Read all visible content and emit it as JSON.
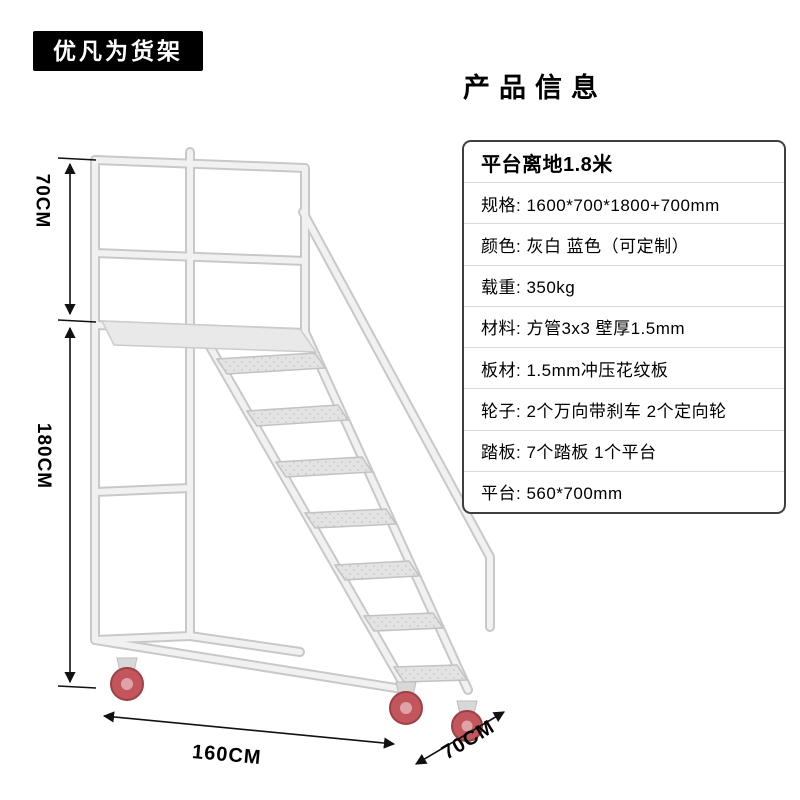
{
  "brand_badge": {
    "label": "优凡为货架"
  },
  "product_info": {
    "title": "产品信息",
    "rows": [
      {
        "text": "平台离地1.8米"
      },
      {
        "text": "规格: 1600*700*1800+700mm"
      },
      {
        "text": "颜色: 灰白  蓝色（可定制）"
      },
      {
        "text": "载重: 350kg"
      },
      {
        "text": "材料: 方管3x3  壁厚1.5mm"
      },
      {
        "text": "板材: 1.5mm冲压花纹板"
      },
      {
        "text": "轮子: 2个万向带刹车  2个定向轮"
      },
      {
        "text": "踏板: 7个踏板  1个平台"
      },
      {
        "text": "平台: 560*700mm"
      }
    ]
  },
  "dimensions": {
    "guardrail_height": "70CM",
    "platform_height": "180CM",
    "length": "160CM",
    "depth": "70CM"
  },
  "illustration": {
    "visible_steps": 7,
    "visible_wheels": 3,
    "wheel_color": "#c2565c",
    "frame_color": "#ededed"
  },
  "colors": {
    "badge_bg": "#000000",
    "badge_text": "#ffffff",
    "box_border": "#3f3f3f",
    "divider": "#d9d9d9",
    "dimension_line": "#111111"
  }
}
